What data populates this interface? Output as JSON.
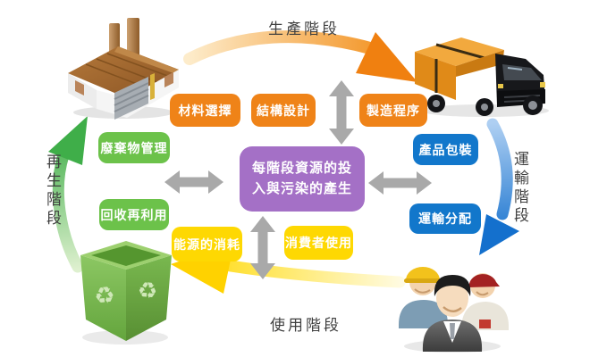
{
  "center_box": {
    "line1": "每階段資源的投",
    "line2": "入與污染的產生",
    "color": "#a470c6"
  },
  "stages": {
    "production": {
      "label": "生產階段",
      "arrow_color": "#f08418"
    },
    "transport": {
      "label": "運輸階段",
      "arrow_color": "#1470cd"
    },
    "use": {
      "label": "使用階段",
      "arrow_color": "#ffd905"
    },
    "regeneration": {
      "label": "再生階段",
      "arrow_color": "#3fae49"
    }
  },
  "boxes": {
    "production": {
      "color": "#ef8318",
      "items": [
        "材料選擇",
        "結構設計",
        "製造程序"
      ]
    },
    "regeneration": {
      "color": "#6cc24a",
      "items": [
        "廢棄物管理",
        "回收再利用"
      ]
    },
    "transport": {
      "color": "#1277cb",
      "items": [
        "產品包裝",
        "運輸分配"
      ]
    },
    "use": {
      "color": "#fed802",
      "items": [
        "能源的消耗",
        "消費者使用"
      ]
    }
  },
  "icons": {
    "factory": "factory-icon",
    "truck": "delivery-truck-icon",
    "consumers": "consumers-icon",
    "recycle_bin": "recycle-bin-icon"
  },
  "connector_color": "#a9a9a9"
}
